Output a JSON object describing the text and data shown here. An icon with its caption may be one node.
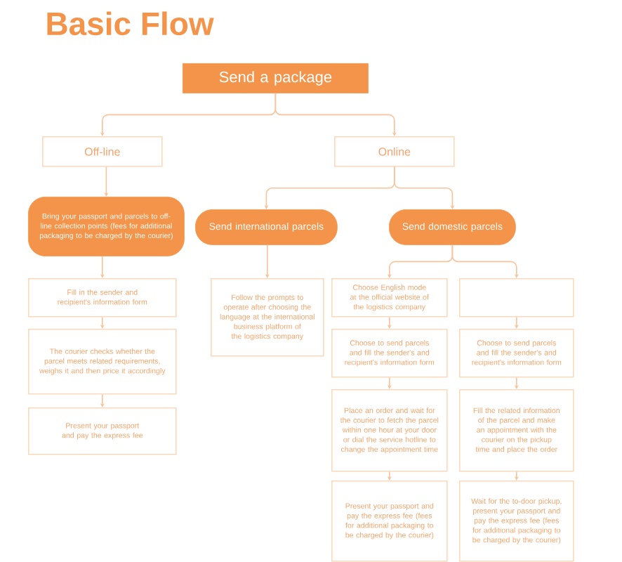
{
  "diagram": {
    "title": "Basic Flow",
    "nodes": [
      {
        "text": [
          "Send a package"
        ]
      },
      {
        "text": [
          "Off-line"
        ]
      },
      {
        "text": [
          "Online"
        ]
      },
      {
        "text": [
          "Bring your passport and parcels to off-line collection points (fees for additional packaging to be charged by the courier)"
        ]
      },
      {
        "text": [
          "Send international parcels"
        ]
      },
      {
        "text": [
          "Send domestic parcels"
        ]
      },
      {
        "text": [
          "Fill in the sender and recipient's information form"
        ]
      },
      {
        "text": [
          "The courier checks whether the parcel meets related requirements, weighs it and then price it accordingly"
        ]
      },
      {
        "text": [
          "Present your passport and pay the express fee"
        ]
      },
      {
        "text": [
          "Follow the prompts to operate after choosing the language at the international business platform of the logistics company"
        ]
      },
      {
        "text": [
          "Choose English mode at the official website of the logistics company"
        ]
      },
      {
        "text": [],
        "shape": "box"
      },
      {
        "text": [
          "Choose to send parcels and fill the sender's and recipient's information form"
        ]
      },
      {
        "text": [
          "Choose to send parcels and fill the sender's and recipient's information form"
        ]
      },
      {
        "text": [
          "Place an order and wait for the courier to fetch the parcel within one hour at your door or dial the service hotline to change the appointment time"
        ]
      },
      {
        "text": [
          "Fill the related information of the parcel and make an appointment with the courier on the pickup time and place the order"
        ]
      },
      {
        "text": [
          "Present your passport and pay the express fee (fees for additional packaging to be charged by the courier)"
        ]
      },
      {
        "text": [
          "Wait for the to-door pickup, present your passport and pay the express fee (fees for additional packaging to be charged by the courier)"
        ]
      }
    ],
    "edges": [
      {
        "from": 0,
        "to": 1,
        "arrow": "to"
      },
      {
        "from": 0,
        "to": 2,
        "arrow": "to"
      },
      {
        "from": 1,
        "to": 3,
        "arrow": "to"
      },
      {
        "from": 3,
        "to": 6,
        "arrow": "to"
      },
      {
        "from": 6,
        "to": 7,
        "arrow": "to"
      },
      {
        "from": 7,
        "to": 8,
        "arrow": "to"
      },
      {
        "from": 2,
        "to": 4,
        "arrow": "to"
      },
      {
        "from": 2,
        "to": 5,
        "arrow": "to"
      },
      {
        "from": 4,
        "to": 9,
        "arrow": "to"
      },
      {
        "from": 5,
        "to": 10,
        "arrow": "to"
      },
      {
        "from": 5,
        "to": 11,
        "arrow": "to"
      },
      {
        "from": 10,
        "to": 12,
        "arrow": "to"
      },
      {
        "from": 12,
        "to": 14,
        "arrow": "to"
      },
      {
        "from": 14,
        "to": 16,
        "arrow": "to"
      },
      {
        "from": 11,
        "to": 13,
        "arrow": "to"
      },
      {
        "from": 13,
        "to": 15,
        "arrow": "to"
      },
      {
        "from": 15,
        "to": 17,
        "arrow": "to"
      }
    ]
  }
}
